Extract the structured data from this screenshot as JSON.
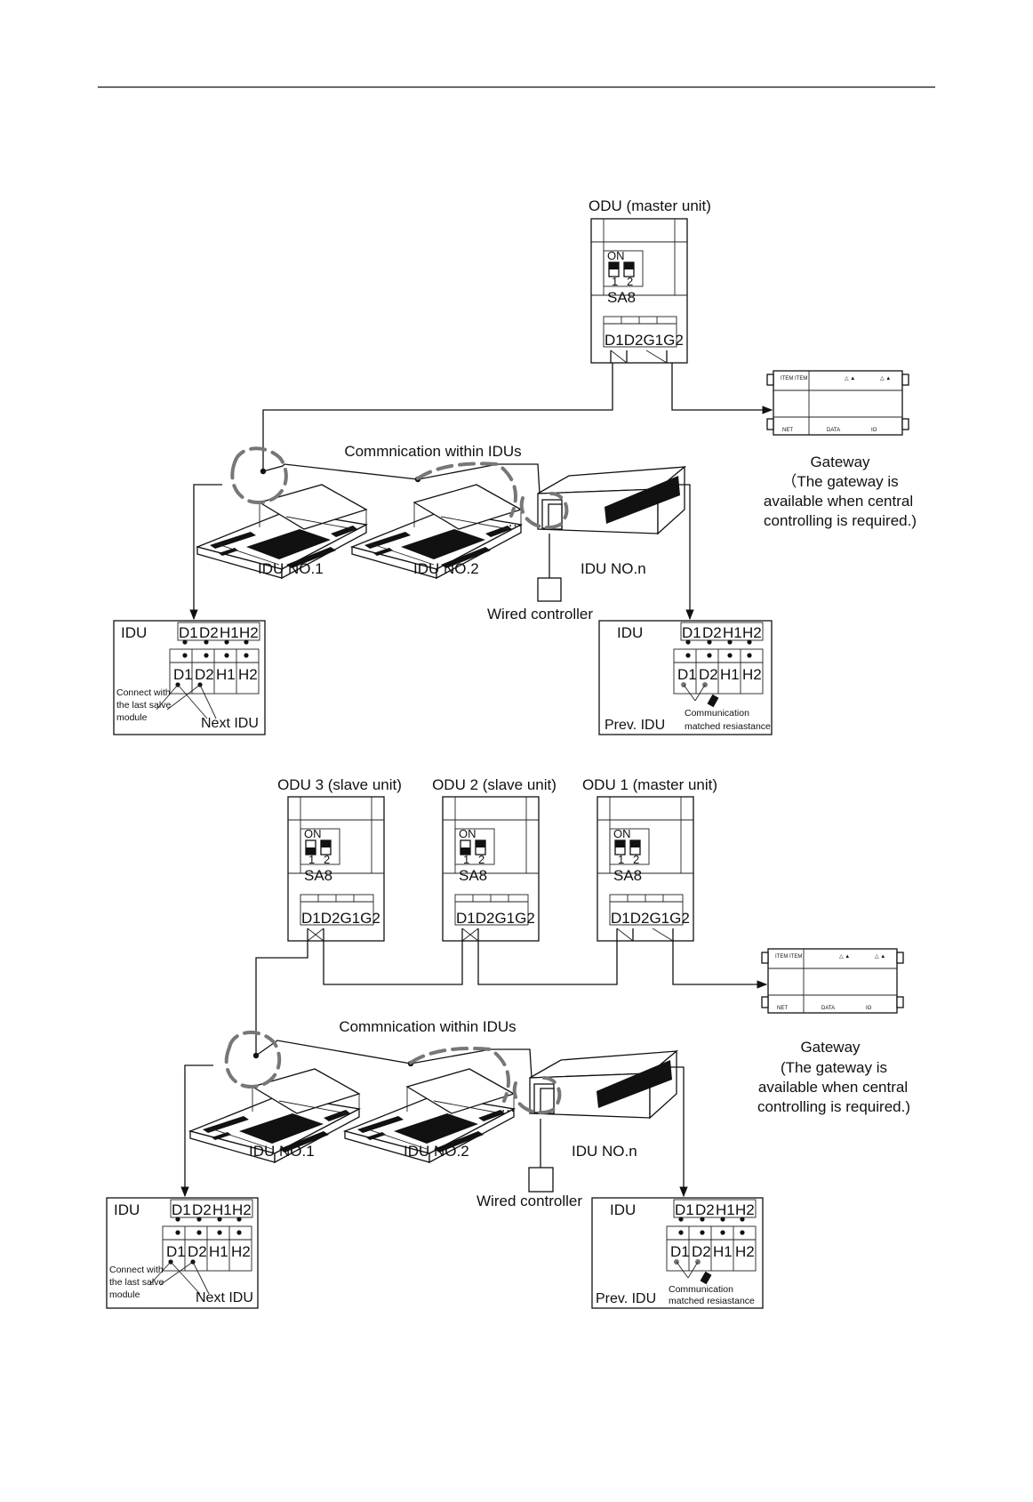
{
  "diagram1": {
    "odu_title": "ODU (master unit)",
    "switch_on": "ON",
    "switch_1": "1",
    "switch_2": "2",
    "sa8": "SA8",
    "terminals": "D1D2G1G2",
    "gateway_label": "Gateway",
    "gateway_note_1": "（The gateway is",
    "gateway_note_2": "available when central",
    "gateway_note_3": "controlling is required.)",
    "comm_label": "Commnication within IDUs",
    "idu1": "IDU  NO.1",
    "idu2": "IDU  NO.2",
    "idun": "IDU  NO.n",
    "wired_controller": "Wired controller",
    "ellipsis": "…",
    "left_panel": {
      "title": "IDU",
      "top_terms": [
        "D1",
        "D2",
        "H1",
        "H2"
      ],
      "bottom_terms": [
        "D1",
        "D2",
        "H1",
        "H2"
      ],
      "note_1": "Connect with",
      "note_2": "the last salve",
      "note_3": "module",
      "next": "Next IDU"
    },
    "right_panel": {
      "title": "IDU",
      "top_terms": [
        "D1",
        "D2",
        "H1",
        "H2"
      ],
      "bottom_terms": [
        "D1",
        "D2",
        "H1",
        "H2"
      ],
      "prev": "Prev. IDU",
      "note_1": "Communication",
      "note_2": "matched resiastance"
    }
  },
  "diagram2": {
    "odu3_title": "ODU 3 (slave unit)",
    "odu2_title": "ODU 2 (slave unit)",
    "odu1_title": "ODU 1 (master unit)",
    "switch_on": "ON",
    "switch_1": "1",
    "switch_2": "2",
    "sa8": "SA8",
    "terminals": "D1D2G1G2",
    "gateway_label": "Gateway",
    "gateway_note_1": "(The gateway is",
    "gateway_note_2": "available when central",
    "gateway_note_3": "controlling is required.)",
    "comm_label": "Commnication within IDUs",
    "idu1": "IDU  NO.1",
    "idu2": "IDU  NO.2",
    "idun": "IDU  NO.n",
    "wired_controller": "Wired controller",
    "ellipsis": "…",
    "left_panel": {
      "title": "IDU",
      "top_terms": [
        "D1",
        "D2",
        "H1",
        "H2"
      ],
      "bottom_terms": [
        "D1",
        "D2",
        "H1",
        "H2"
      ],
      "note_1": "Connect with",
      "note_2": "the last salve",
      "note_3": "module",
      "next": "Next IDU"
    },
    "right_panel": {
      "title": "IDU",
      "top_terms": [
        "D1",
        "D2",
        "H1",
        "H2"
      ],
      "bottom_terms": [
        "D1",
        "D2",
        "H1",
        "H2"
      ],
      "prev": "Prev. IDU",
      "note_1": "Communication",
      "note_2": "matched resiastance"
    }
  }
}
